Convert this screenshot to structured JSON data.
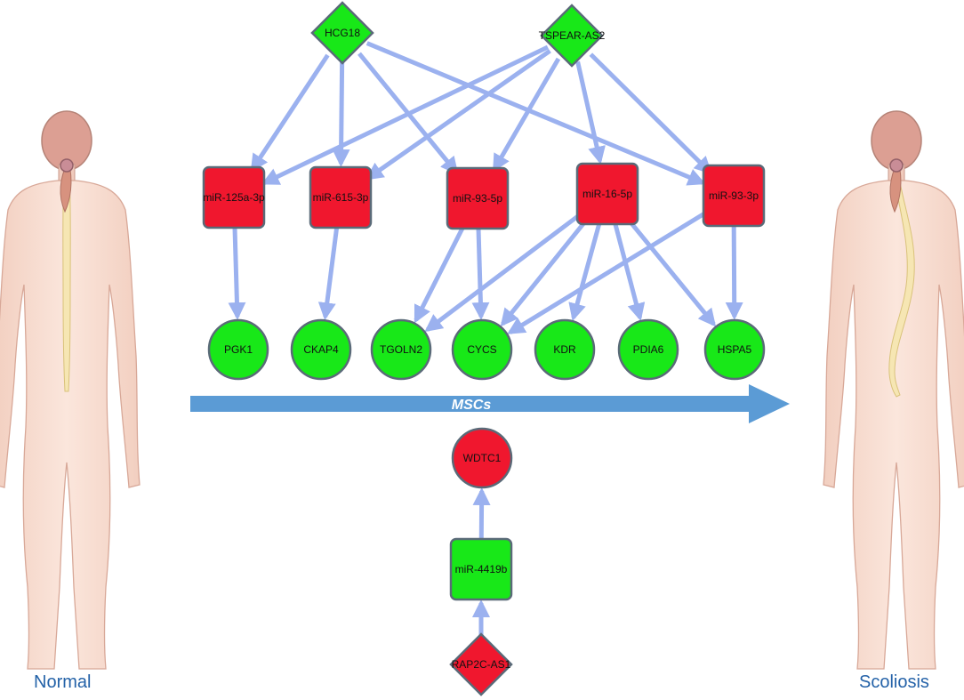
{
  "labels": {
    "normal": "Normal",
    "scoliosis": "Scoliosis",
    "process": "MSCs"
  },
  "colors": {
    "up": "#f0172e",
    "down": "#18e818",
    "edge": "#9bb1ef",
    "process_arrow": "#5b9bd5",
    "label_text": "#2462a8",
    "node_border": "#5a6a78"
  },
  "nodes": [
    {
      "id": "HCG18",
      "label": "HCG18",
      "shape": "diamond",
      "color": "down"
    },
    {
      "id": "TSPEAR-AS2",
      "label": "TSPEAR-AS2",
      "shape": "diamond",
      "color": "down"
    },
    {
      "id": "miR-125a-3p",
      "label": "miR-125a-3p",
      "shape": "square",
      "color": "up"
    },
    {
      "id": "miR-615-3p",
      "label": "miR-615-3p",
      "shape": "square",
      "color": "up"
    },
    {
      "id": "miR-93-5p",
      "label": "miR-93-5p",
      "shape": "square",
      "color": "up"
    },
    {
      "id": "miR-16-5p",
      "label": "miR-16-5p",
      "shape": "square",
      "color": "up"
    },
    {
      "id": "miR-93-3p",
      "label": "miR-93-3p",
      "shape": "square",
      "color": "up"
    },
    {
      "id": "PGK1",
      "label": "PGK1",
      "shape": "circle",
      "color": "down"
    },
    {
      "id": "CKAP4",
      "label": "CKAP4",
      "shape": "circle",
      "color": "down"
    },
    {
      "id": "TGOLN2",
      "label": "TGOLN2",
      "shape": "circle",
      "color": "down"
    },
    {
      "id": "CYCS",
      "label": "CYCS",
      "shape": "circle",
      "color": "down"
    },
    {
      "id": "KDR",
      "label": "KDR",
      "shape": "circle",
      "color": "down"
    },
    {
      "id": "PDIA6",
      "label": "PDIA6",
      "shape": "circle",
      "color": "down"
    },
    {
      "id": "HSPA5",
      "label": "HSPA5",
      "shape": "circle",
      "color": "down"
    },
    {
      "id": "WDTC1",
      "label": "WDTC1",
      "shape": "circle",
      "color": "up"
    },
    {
      "id": "miR-4419b",
      "label": "miR-4419b",
      "shape": "square",
      "color": "down"
    },
    {
      "id": "RAP2C-AS1",
      "label": "RAP2C-AS1",
      "shape": "diamond",
      "color": "up"
    }
  ],
  "edges": [
    {
      "from": "HCG18",
      "to": "miR-125a-3p"
    },
    {
      "from": "HCG18",
      "to": "miR-615-3p"
    },
    {
      "from": "HCG18",
      "to": "miR-93-5p"
    },
    {
      "from": "HCG18",
      "to": "miR-93-3p"
    },
    {
      "from": "TSPEAR-AS2",
      "to": "miR-125a-3p"
    },
    {
      "from": "TSPEAR-AS2",
      "to": "miR-615-3p"
    },
    {
      "from": "TSPEAR-AS2",
      "to": "miR-93-5p"
    },
    {
      "from": "TSPEAR-AS2",
      "to": "miR-16-5p"
    },
    {
      "from": "TSPEAR-AS2",
      "to": "miR-93-3p"
    },
    {
      "from": "miR-125a-3p",
      "to": "PGK1"
    },
    {
      "from": "miR-615-3p",
      "to": "CKAP4"
    },
    {
      "from": "miR-93-5p",
      "to": "TGOLN2"
    },
    {
      "from": "miR-93-5p",
      "to": "CYCS"
    },
    {
      "from": "miR-16-5p",
      "to": "TGOLN2"
    },
    {
      "from": "miR-16-5p",
      "to": "CYCS"
    },
    {
      "from": "miR-16-5p",
      "to": "KDR"
    },
    {
      "from": "miR-16-5p",
      "to": "PDIA6"
    },
    {
      "from": "miR-16-5p",
      "to": "HSPA5"
    },
    {
      "from": "miR-93-3p",
      "to": "CYCS"
    },
    {
      "from": "miR-93-3p",
      "to": "HSPA5"
    },
    {
      "from": "miR-4419b",
      "to": "WDTC1"
    },
    {
      "from": "RAP2C-AS1",
      "to": "miR-4419b"
    }
  ]
}
